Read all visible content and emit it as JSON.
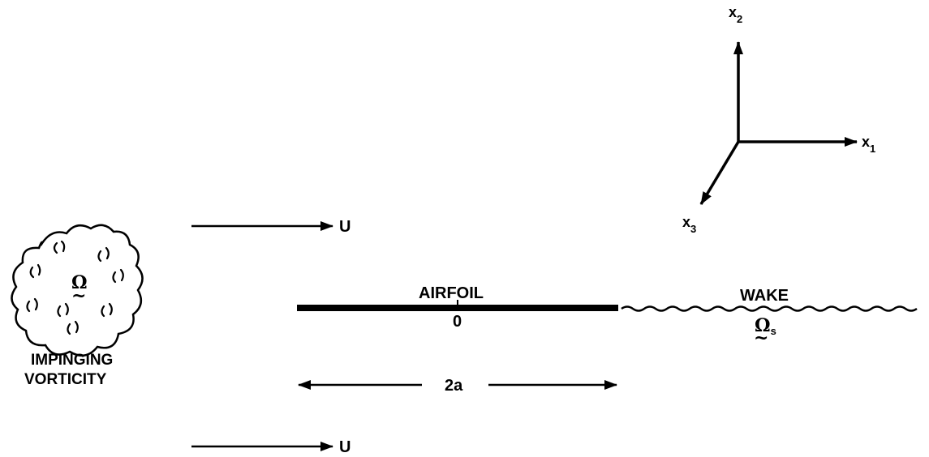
{
  "diagram": {
    "axes": {
      "x1": {
        "base": "x",
        "sub": "1"
      },
      "x2": {
        "base": "x",
        "sub": "2"
      },
      "x3": {
        "base": "x",
        "sub": "3"
      }
    },
    "flow_top_label": "U",
    "flow_bottom_label": "U",
    "airfoil_label": "AIRFOIL",
    "origin_label": "0",
    "wake_label": "WAKE",
    "wake_vorticity": {
      "symbol": "Ω",
      "underline": "~",
      "sub": "s"
    },
    "cloud_vorticity": {
      "symbol": "Ω",
      "underline": "~"
    },
    "span_label": "2a",
    "cloud_caption_line1": "IMPINGING",
    "cloud_caption_line2": "VORTICITY",
    "colors": {
      "ink": "#000000",
      "background": "#ffffff"
    }
  }
}
